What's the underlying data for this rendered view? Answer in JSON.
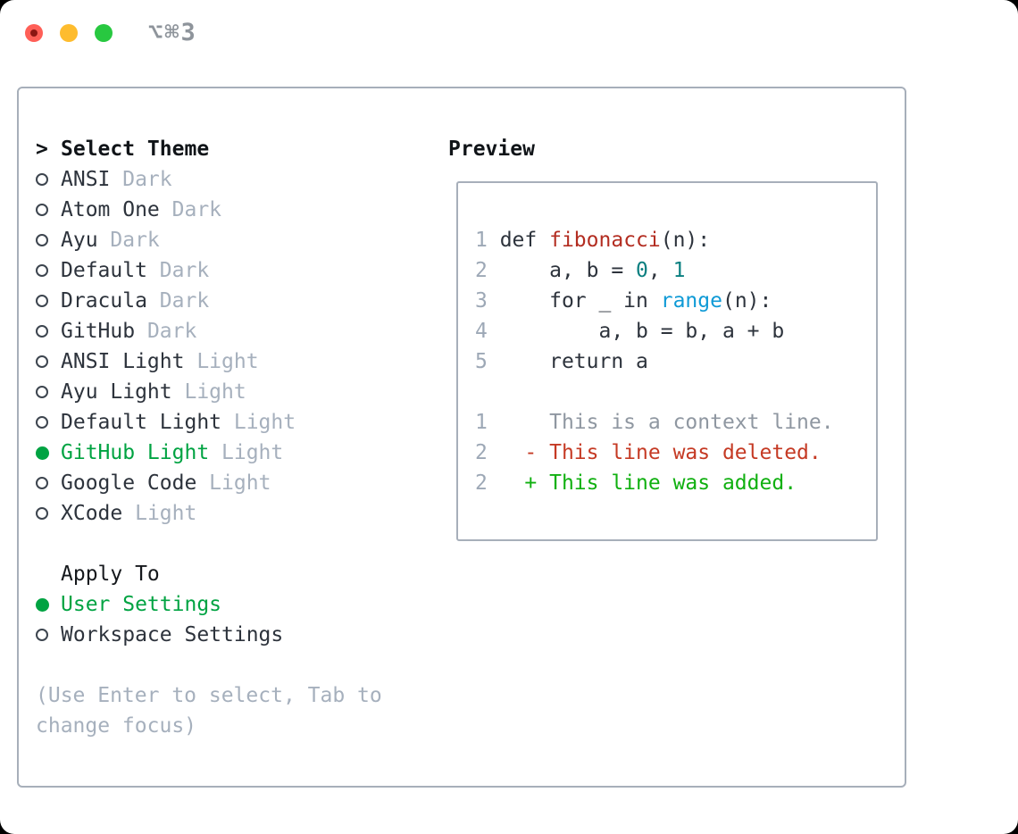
{
  "window": {
    "title_shortcut": "⌥⌘3"
  },
  "colors": {
    "traffic_red": "#ff5f57",
    "traffic_yellow": "#febc2e",
    "traffic_green": "#28c840",
    "title_gray": "#8e949b",
    "border_gray": "#a7afba",
    "dark_text": "#2d333c",
    "muted_gray": "#a6b0bd",
    "selection_green": "#00a342",
    "function_red": "#b32d21",
    "number_teal": "#0a7f80",
    "builtin_blue": "#0f9ad6",
    "lineno_gray": "#9da8b6",
    "context_gray": "#8f97a1",
    "deleted_red": "#c53a24",
    "added_green": "#10b010"
  },
  "selector": {
    "header_prompt": ">",
    "header_label": "Select Theme",
    "themes": [
      {
        "name": "ANSI",
        "tag": "Dark",
        "selected": false
      },
      {
        "name": "Atom One",
        "tag": "Dark",
        "selected": false
      },
      {
        "name": "Ayu",
        "tag": "Dark",
        "selected": false
      },
      {
        "name": "Default",
        "tag": "Dark",
        "selected": false
      },
      {
        "name": "Dracula",
        "tag": "Dark",
        "selected": false
      },
      {
        "name": "GitHub",
        "tag": "Dark",
        "selected": false
      },
      {
        "name": "ANSI Light",
        "tag": "Light",
        "selected": false
      },
      {
        "name": "Ayu Light",
        "tag": "Light",
        "selected": false
      },
      {
        "name": "Default Light",
        "tag": "Light",
        "selected": false
      },
      {
        "name": "GitHub Light",
        "tag": "Light",
        "selected": true
      },
      {
        "name": "Google Code",
        "tag": "Light",
        "selected": false
      },
      {
        "name": "XCode",
        "tag": "Light",
        "selected": false
      }
    ],
    "apply_header": "Apply To",
    "apply_options": [
      {
        "name": "User Settings",
        "selected": true
      },
      {
        "name": "Workspace Settings",
        "selected": false
      }
    ],
    "hint_line1": "(Use Enter to select, Tab to",
    "hint_line2": "change focus)"
  },
  "preview": {
    "label": "Preview",
    "lines": [
      {
        "num": "1",
        "segments": [
          {
            "text": " def ",
            "style": "code"
          },
          {
            "text": "fibonacci",
            "style": "function"
          },
          {
            "text": "(n):",
            "style": "code"
          }
        ]
      },
      {
        "num": "2",
        "segments": [
          {
            "text": "     a, b = ",
            "style": "code"
          },
          {
            "text": "0",
            "style": "number"
          },
          {
            "text": ", ",
            "style": "code"
          },
          {
            "text": "1",
            "style": "number"
          }
        ]
      },
      {
        "num": "3",
        "segments": [
          {
            "text": "     for _ in ",
            "style": "code"
          },
          {
            "text": "range",
            "style": "builtin"
          },
          {
            "text": "(n):",
            "style": "code"
          }
        ]
      },
      {
        "num": "4",
        "segments": [
          {
            "text": "         a, b = b, a + b",
            "style": "code"
          }
        ]
      },
      {
        "num": "5",
        "segments": [
          {
            "text": "     return a",
            "style": "code"
          }
        ]
      },
      {
        "num": "",
        "segments": []
      },
      {
        "num": "1",
        "segments": [
          {
            "text": "     This is a context line.",
            "style": "context"
          }
        ]
      },
      {
        "num": "2",
        "segments": [
          {
            "text": "   - This line was deleted.",
            "style": "deleted"
          }
        ]
      },
      {
        "num": "2",
        "segments": [
          {
            "text": "   + This line was added.",
            "style": "added"
          }
        ]
      }
    ]
  }
}
